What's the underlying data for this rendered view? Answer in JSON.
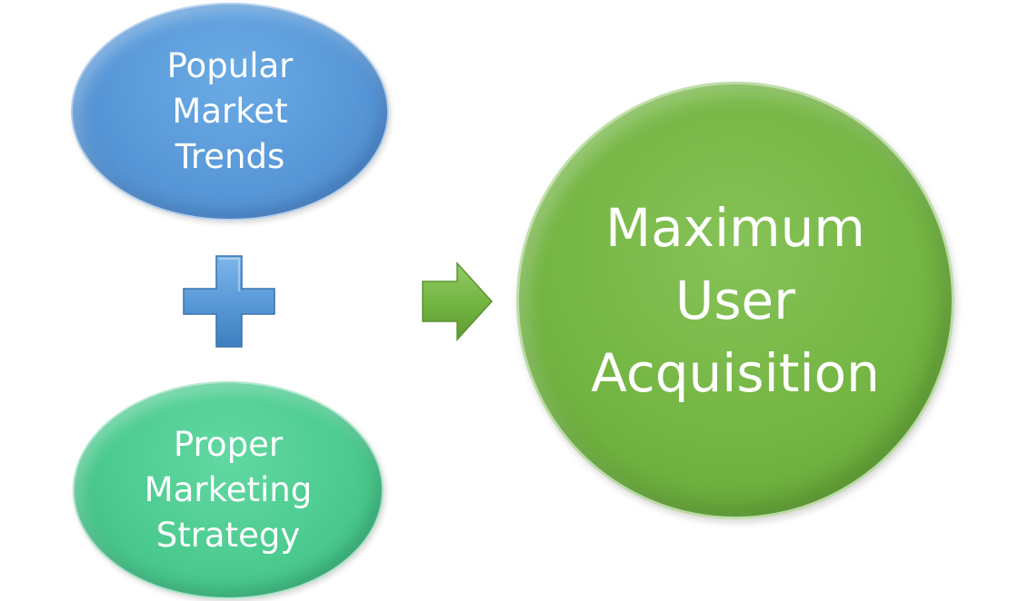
{
  "diagram": {
    "nodes": {
      "market_trends": {
        "label": "Popular\nMarket\nTrends",
        "color": "#5898d8"
      },
      "marketing_strategy": {
        "label": "Proper\nMarketing\nStrategy",
        "color": "#4ccb8f"
      },
      "user_acquisition": {
        "label": "Maximum\nUser\nAcquisition",
        "color": "#74b543"
      }
    },
    "connectors": {
      "plus": {
        "icon": "plus-icon",
        "color": "#5a9ad8"
      },
      "arrow": {
        "icon": "arrow-right-icon",
        "color": "#74b543"
      }
    }
  }
}
